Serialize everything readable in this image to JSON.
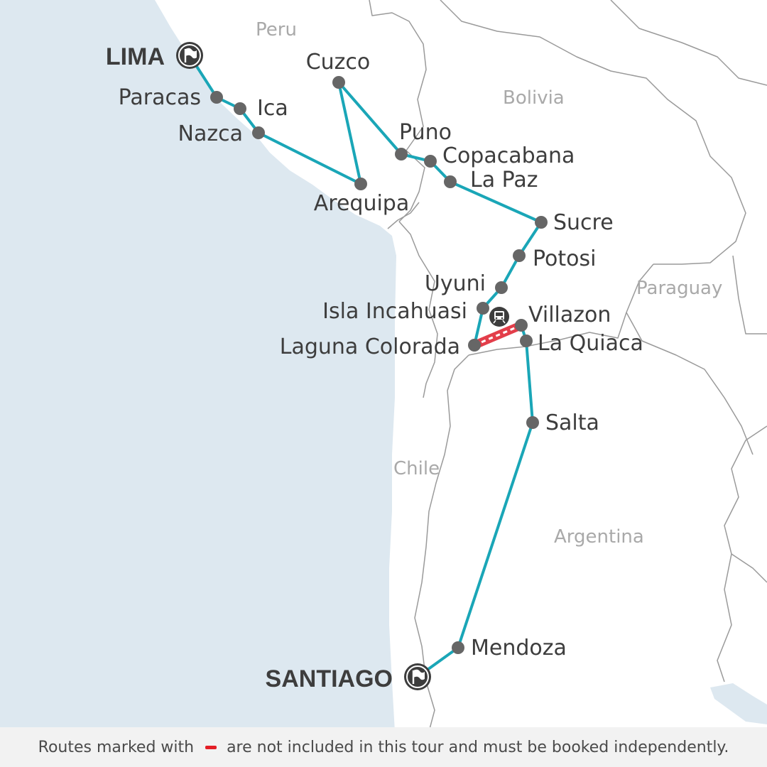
{
  "colors": {
    "sea": "#dde8f0",
    "land": "#ffffff",
    "border": "#9a9a9a",
    "route": "#1aa6b7",
    "excluded_route": "#e33e4a",
    "stop": "#666666",
    "endpoint_icon": "#3d3d3d"
  },
  "countries": [
    {
      "id": "peru",
      "label": "Peru"
    },
    {
      "id": "bolivia",
      "label": "Bolivia"
    },
    {
      "id": "paraguay",
      "label": "Paraguay"
    },
    {
      "id": "chile",
      "label": "Chile"
    },
    {
      "id": "argentina",
      "label": "Argentina"
    }
  ],
  "endpoints": [
    {
      "id": "lima",
      "label": "LIMA",
      "icon": "flag-icon"
    },
    {
      "id": "santiago",
      "label": "SANTIAGO",
      "icon": "flag-icon"
    }
  ],
  "stops": [
    {
      "id": "paracas",
      "label": "Paracas"
    },
    {
      "id": "ica",
      "label": "Ica"
    },
    {
      "id": "nazca",
      "label": "Nazca"
    },
    {
      "id": "arequipa",
      "label": "Arequipa"
    },
    {
      "id": "cuzco",
      "label": "Cuzco"
    },
    {
      "id": "puno",
      "label": "Puno"
    },
    {
      "id": "copacabana",
      "label": "Copacabana"
    },
    {
      "id": "la-paz",
      "label": "La Paz"
    },
    {
      "id": "sucre",
      "label": "Sucre"
    },
    {
      "id": "potosi",
      "label": "Potosi"
    },
    {
      "id": "uyuni",
      "label": "Uyuni"
    },
    {
      "id": "isla-incahuasi",
      "label": "Isla Incahuasi"
    },
    {
      "id": "laguna-colorada",
      "label": "Laguna Colorada"
    },
    {
      "id": "villazon",
      "label": "Villazon"
    },
    {
      "id": "la-quiaca",
      "label": "La Quiaca"
    },
    {
      "id": "salta",
      "label": "Salta"
    },
    {
      "id": "mendoza",
      "label": "Mendoza"
    }
  ],
  "route_order": [
    "Lima",
    "Paracas",
    "Ica",
    "Nazca",
    "Arequipa",
    "Cuzco",
    "Puno",
    "Copacabana",
    "La Paz",
    "Sucre",
    "Potosi",
    "Uyuni",
    "Isla Incahuasi",
    "Laguna Colorada",
    "Villazon",
    "La Quiaca",
    "Salta",
    "Mendoza",
    "Santiago"
  ],
  "excluded_segment": {
    "from": "Laguna Colorada",
    "to": "Villazon",
    "transport_icon": "train-icon"
  },
  "legend": {
    "text_before": "Routes marked with",
    "text_after": "are not included in this tour and must be booked independently."
  }
}
